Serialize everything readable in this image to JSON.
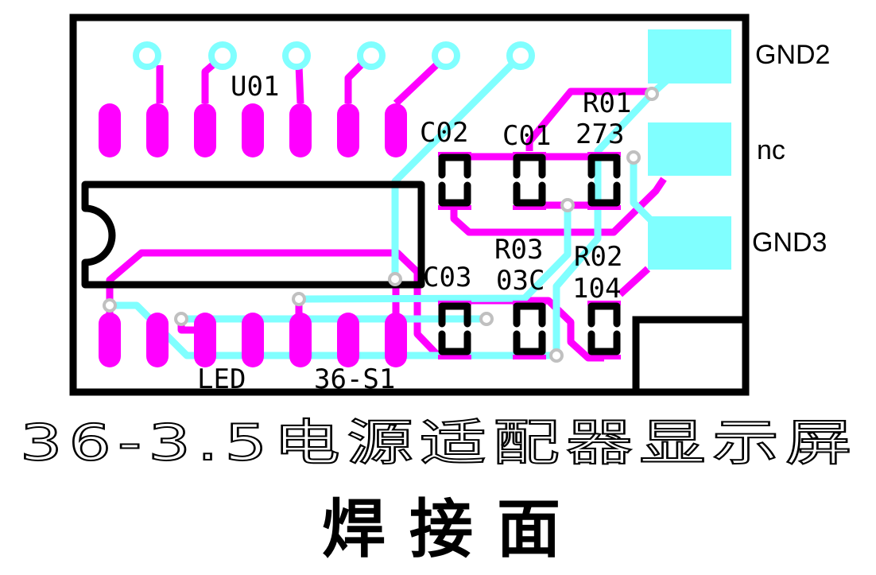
{
  "colors": {
    "top_copper": "#80ffff",
    "bottom_copper": "#ff00ff",
    "silkscreen": "#000000",
    "via": "#c0c0c0"
  },
  "labels": {
    "u01": "U01",
    "led": "LED",
    "model": "36-S1",
    "c02": "C02",
    "c01": "C01",
    "r01": "R01",
    "r01_value": "273",
    "c03": "C03",
    "r03": "R03",
    "r03_value": "03C",
    "r02": "R02",
    "r02_value": "104",
    "gnd2": "GND2",
    "nc": "nc",
    "gnd3": "GND3"
  },
  "title": "36-3.5电源适配器显示屏",
  "subtitle": "焊接面"
}
